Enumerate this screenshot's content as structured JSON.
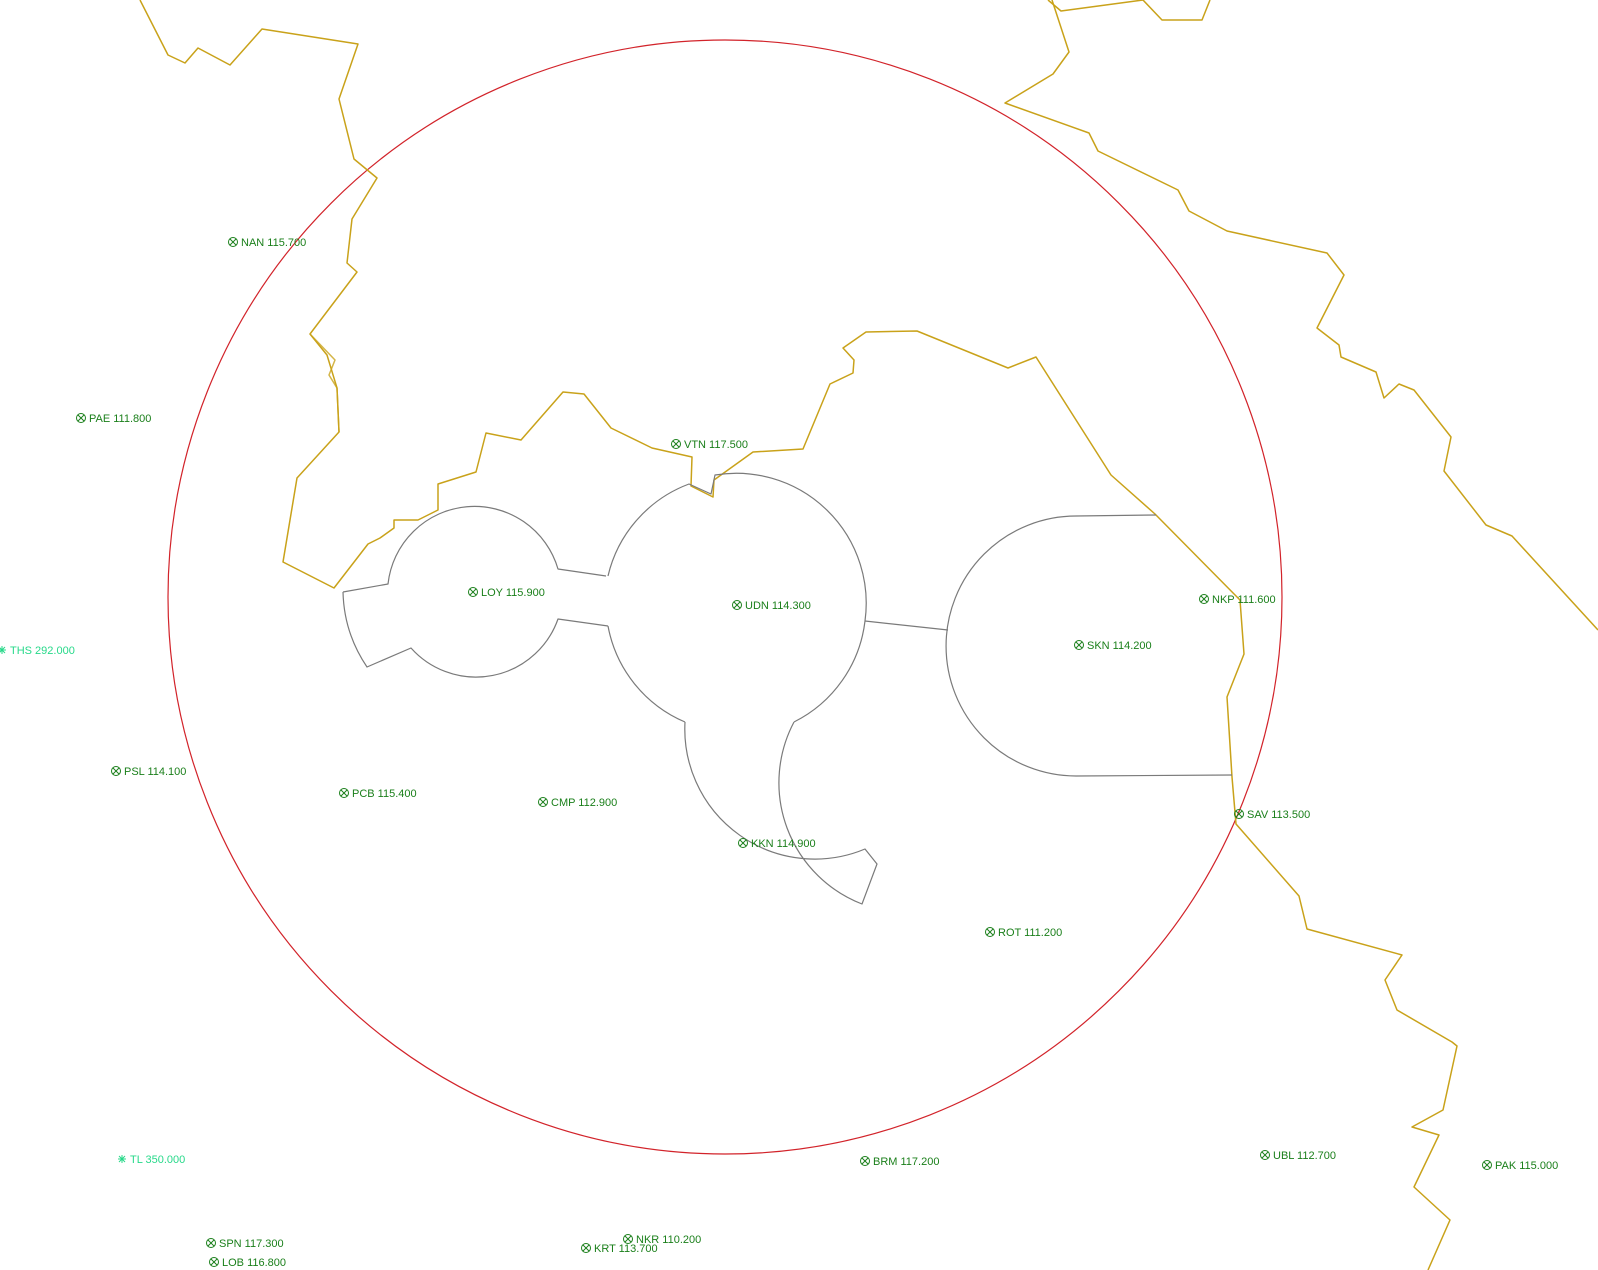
{
  "colors": {
    "vor": "#1a7f1a",
    "tacan": "#27d98a",
    "boundary": "#c9a21a",
    "ring": "#d2232a",
    "airspace": "#7a7a7a",
    "background": "#ffffff"
  },
  "icons": {
    "vor": "vor-icon",
    "tacan": "tacan-icon"
  },
  "navaids": [
    {
      "id": "nan",
      "kind": "vor",
      "label": "NAN 115.700"
    },
    {
      "id": "pae",
      "kind": "vor",
      "label": "PAE 111.800"
    },
    {
      "id": "vtn",
      "kind": "vor",
      "label": "VTN 117.500"
    },
    {
      "id": "loy",
      "kind": "vor",
      "label": "LOY 115.900"
    },
    {
      "id": "udn",
      "kind": "vor",
      "label": "UDN 114.300"
    },
    {
      "id": "nkp",
      "kind": "vor",
      "label": "NKP 111.600"
    },
    {
      "id": "skn",
      "kind": "vor",
      "label": "SKN 114.200"
    },
    {
      "id": "ths",
      "kind": "tacan",
      "label": "THS 292.000"
    },
    {
      "id": "psl",
      "kind": "vor",
      "label": "PSL 114.100"
    },
    {
      "id": "pcb",
      "kind": "vor",
      "label": "PCB 115.400"
    },
    {
      "id": "cmp",
      "kind": "vor",
      "label": "CMP 112.900"
    },
    {
      "id": "sav",
      "kind": "vor",
      "label": "SAV 113.500"
    },
    {
      "id": "kkn",
      "kind": "vor",
      "label": "KKN 114.900"
    },
    {
      "id": "rot",
      "kind": "vor",
      "label": "ROT 111.200"
    },
    {
      "id": "tl",
      "kind": "tacan",
      "label": "TL 350.000"
    },
    {
      "id": "brm",
      "kind": "vor",
      "label": "BRM 117.200"
    },
    {
      "id": "ubl",
      "kind": "vor",
      "label": "UBL 112.700"
    },
    {
      "id": "pak",
      "kind": "vor",
      "label": "PAK 115.000"
    },
    {
      "id": "spn",
      "kind": "vor",
      "label": "SPN 117.300"
    },
    {
      "id": "nkr",
      "kind": "vor",
      "label": "NKR 110.200"
    },
    {
      "id": "krt",
      "kind": "vor",
      "label": "KRT 113.700"
    },
    {
      "id": "lob",
      "kind": "vor",
      "label": "LOB 116.800"
    }
  ]
}
